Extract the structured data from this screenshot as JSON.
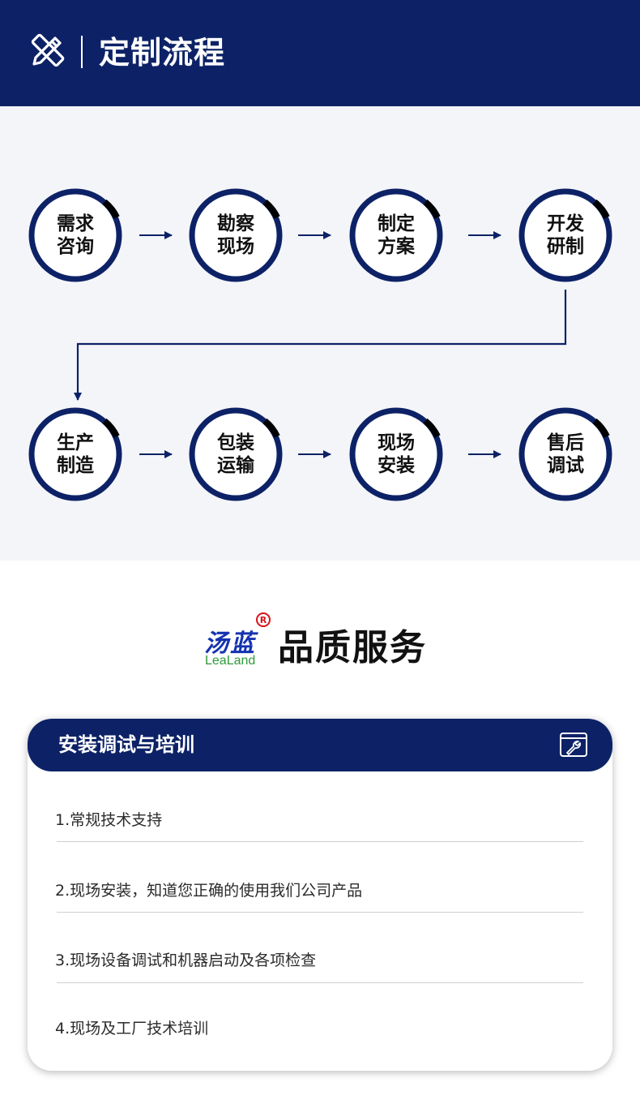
{
  "header": {
    "title": "定制流程",
    "icon": "pencil-ruler-icon"
  },
  "process": {
    "steps": [
      {
        "id": "s1",
        "label": "需求咨询"
      },
      {
        "id": "s2",
        "label": "勘察现场"
      },
      {
        "id": "s3",
        "label": "制定方案"
      },
      {
        "id": "s4",
        "label": "开发研制"
      },
      {
        "id": "s5",
        "label": "生产制造"
      },
      {
        "id": "s6",
        "label": "包装运输"
      },
      {
        "id": "s7",
        "label": "现场安装"
      },
      {
        "id": "s8",
        "label": "售后调试"
      }
    ]
  },
  "brand": {
    "cn": "汤蓝",
    "en": "LeaLand",
    "registered": "R"
  },
  "service": {
    "title": "品质服务"
  },
  "card": {
    "title": "安装调试与培训",
    "icon": "wrench-icon",
    "items": [
      "1.常规技术支持",
      "2.现场安装，知道您正确的使用我们公司产品",
      "3.现场设备调试和机器启动及各项检查",
      "4.现场及工厂技术培训"
    ]
  },
  "colors": {
    "navy": "#0d2266",
    "panel": "#f4f5f9",
    "brand_blue": "#1533b0",
    "brand_green": "#2f9a3a",
    "brand_red": "#d8141c"
  }
}
